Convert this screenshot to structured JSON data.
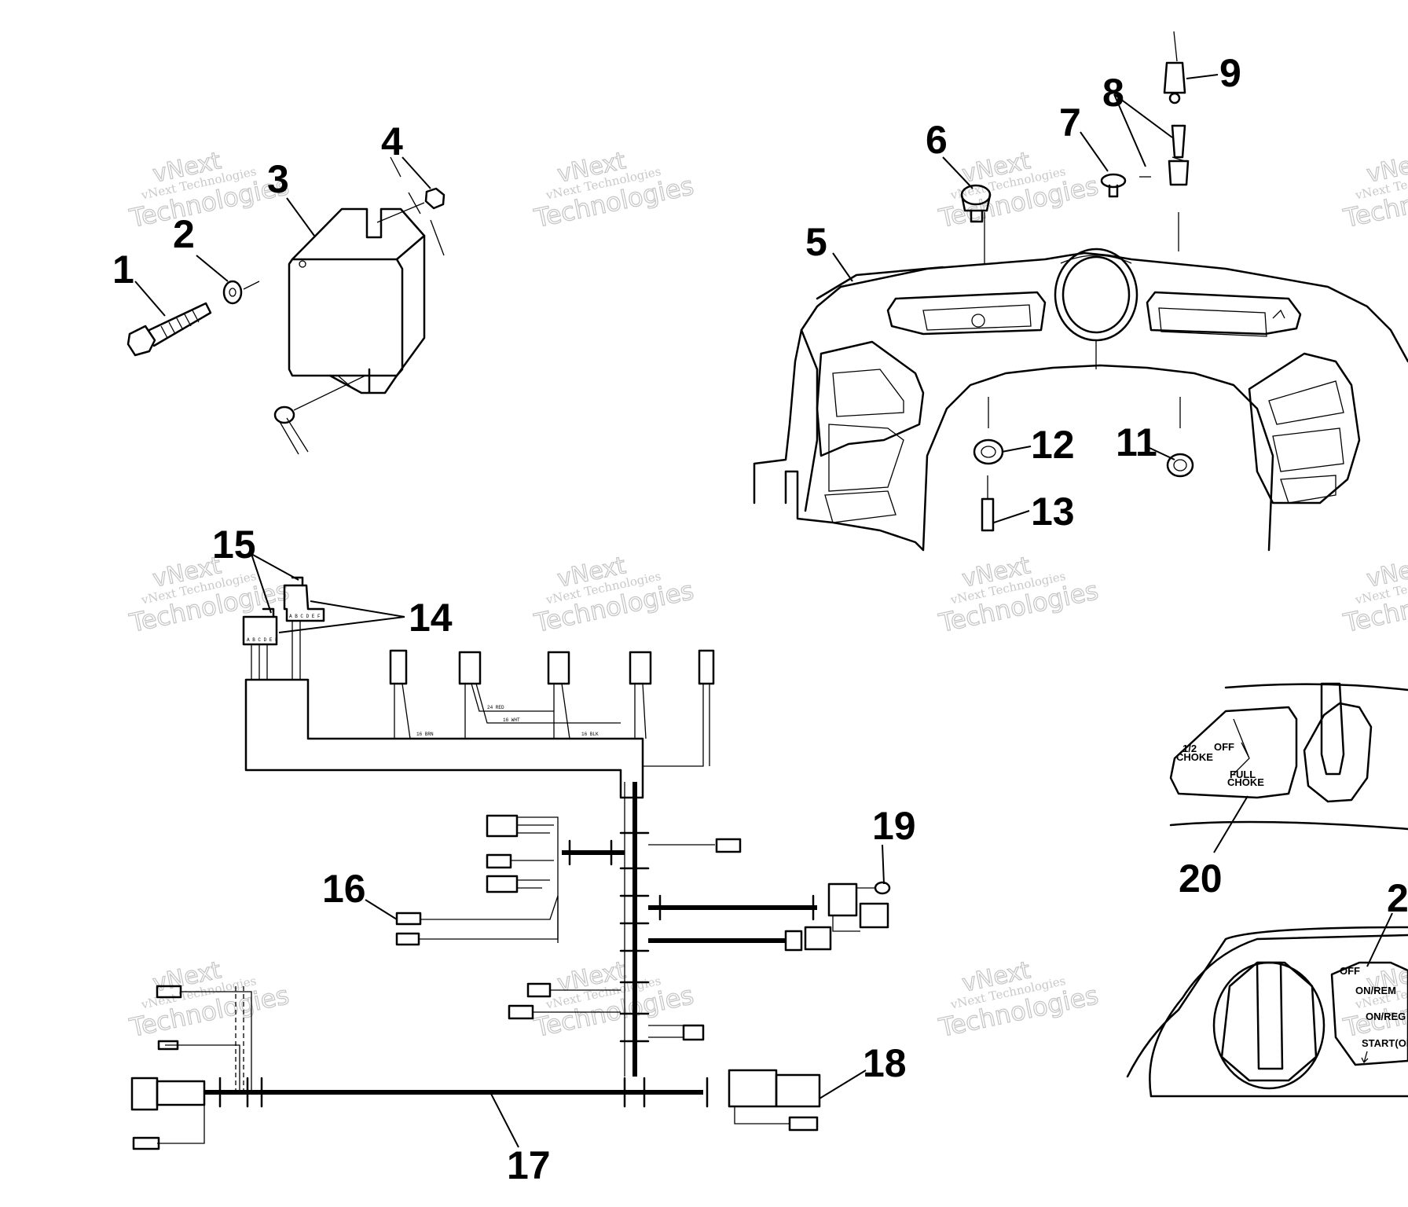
{
  "callouts": [
    {
      "id": "1",
      "label": "1"
    },
    {
      "id": "2",
      "label": "2"
    },
    {
      "id": "3",
      "label": "3"
    },
    {
      "id": "4",
      "label": "4"
    },
    {
      "id": "5",
      "label": "5"
    },
    {
      "id": "6",
      "label": "6"
    },
    {
      "id": "7",
      "label": "7"
    },
    {
      "id": "8",
      "label": "8"
    },
    {
      "id": "9",
      "label": "9"
    },
    {
      "id": "11",
      "label": "11"
    },
    {
      "id": "12",
      "label": "12"
    },
    {
      "id": "13",
      "label": "13"
    },
    {
      "id": "14",
      "label": "14"
    },
    {
      "id": "15",
      "label": "15"
    },
    {
      "id": "16",
      "label": "16"
    },
    {
      "id": "17",
      "label": "17"
    },
    {
      "id": "18",
      "label": "18"
    },
    {
      "id": "19",
      "label": "19"
    },
    {
      "id": "20",
      "label": "20"
    },
    {
      "id": "21",
      "label": "2"
    }
  ],
  "watermark": {
    "line1": "vNext Technologies",
    "line2": "vNext",
    "line3": "Technologies"
  },
  "choke_panel": {
    "off": "OFF",
    "half": "1/2",
    "choke": "CHOKE",
    "full": "FULL",
    "full_choke": "CHOKE"
  },
  "key_switch_panel": {
    "off": "OFF",
    "on_rem": "ON/REM",
    "on_reg": "ON/REG",
    "start": "START(ON)"
  },
  "connector_pins": "A B C D E F"
}
